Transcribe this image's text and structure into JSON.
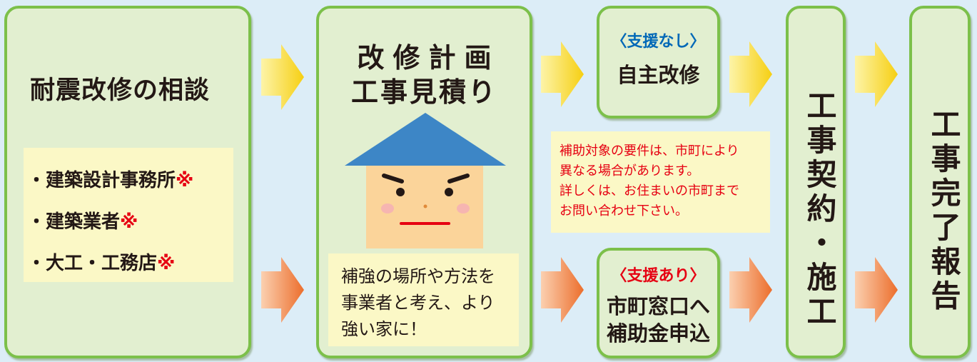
{
  "step1": {
    "title": "耐震改修の相談",
    "bullet": "・",
    "mark": "※",
    "items": [
      "建築設計事務所",
      "建築業者",
      "大工・工務店"
    ]
  },
  "step2": {
    "title_line1": "改修計画",
    "title_line2": "工事見積り",
    "note_lines": [
      "補強の場所や方法を",
      "事業者と考え、より",
      "強い家に！"
    ]
  },
  "branch_no_support": {
    "label": "〈支援なし〉",
    "action": "自主改修"
  },
  "branch_support": {
    "label": "〈支援あり〉",
    "action_line1": "市町窓口へ",
    "action_line2": "補助金申込"
  },
  "condition_note": {
    "lines": [
      "補助対象の要件は、市町により",
      "異なる場合があります。",
      "詳しくは、お住まいの市町まで",
      "お問い合わせ下さい。"
    ]
  },
  "step3": {
    "title": "工事契約・施工"
  },
  "step4": {
    "title": "工事完了報告"
  },
  "colors": {
    "box_fill": "#e2efd0",
    "box_border": "#7cc04a",
    "note_fill": "#fbf8c6",
    "arrow_yellow": "#f7d51a",
    "arrow_orange": "#ef7d3c",
    "house_roof": "#3d86c6",
    "house_face": "#fbd49a",
    "accent_blue": "#0068b7",
    "accent_red": "#e60012"
  }
}
